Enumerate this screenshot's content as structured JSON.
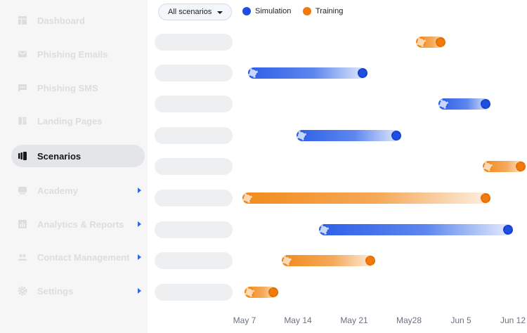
{
  "sidebar": {
    "items": [
      {
        "label": "Dashboard",
        "icon": "dashboard-icon",
        "active": false,
        "has_children": false
      },
      {
        "label": "Phishing Emails",
        "icon": "mail-icon",
        "active": false,
        "has_children": false
      },
      {
        "label": "Phishing SMS",
        "icon": "sms-icon",
        "active": false,
        "has_children": false
      },
      {
        "label": "Landing Pages",
        "icon": "landing-pages-icon",
        "active": false,
        "has_children": false
      },
      {
        "label": "Scenarios",
        "icon": "scenarios-icon",
        "active": true,
        "has_children": false
      },
      {
        "label": "Academy",
        "icon": "academy-icon",
        "active": false,
        "has_children": true
      },
      {
        "label": "Analytics & Reports",
        "icon": "analytics-icon",
        "active": false,
        "has_children": true
      },
      {
        "label": "Contact Management",
        "icon": "contacts-icon",
        "active": false,
        "has_children": true
      },
      {
        "label": "Settings",
        "icon": "gear-icon",
        "active": false,
        "has_children": true
      }
    ]
  },
  "filter": {
    "selected": "All scenarios"
  },
  "legend": {
    "simulation": {
      "label": "Simulation",
      "color": "#1f4fe0"
    },
    "training": {
      "label": "Training",
      "color": "#f07a0a"
    }
  },
  "chart_data": {
    "type": "gantt",
    "x_ticks": [
      "May 7",
      "May 14",
      "May 21",
      "May28",
      "Jun 5",
      "Jun 12"
    ],
    "rows": [
      {
        "type": "training",
        "start": 23,
        "end": 27
      },
      {
        "type": "simulation",
        "start": 0.5,
        "end": 16.5
      },
      {
        "type": "simulation",
        "start": 26,
        "end": 33
      },
      {
        "type": "simulation",
        "start": 7,
        "end": 21
      },
      {
        "type": "training",
        "start": 32,
        "end": 41
      },
      {
        "type": "training",
        "start": -0.3,
        "end": 33
      },
      {
        "type": "simulation",
        "start": 10,
        "end": 36
      },
      {
        "type": "training",
        "start": 5,
        "end": 17.5
      },
      {
        "type": "training",
        "start": 0,
        "end": 4.5
      }
    ]
  }
}
